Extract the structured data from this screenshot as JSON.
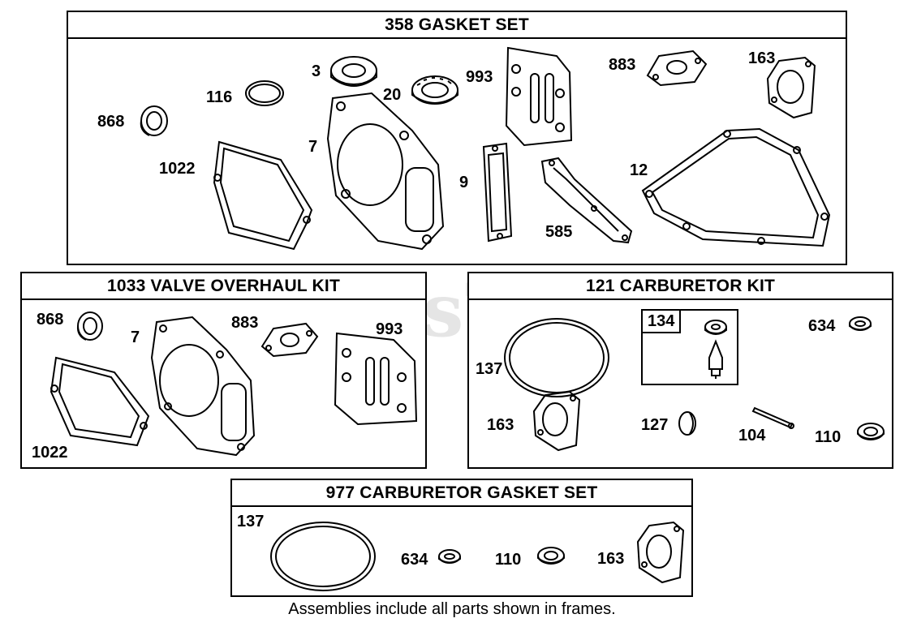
{
  "watermark": "PartsTree",
  "panels": {
    "gasket_set": {
      "title": "358 GASKET SET",
      "labels": {
        "p868": "868",
        "p116": "116",
        "p3": "3",
        "p20": "20",
        "p993": "993",
        "p883": "883",
        "p163": "163",
        "p1022": "1022",
        "p7": "7",
        "p9": "9",
        "p585": "585",
        "p12": "12"
      }
    },
    "valve_kit": {
      "title": "1033 VALVE OVERHAUL KIT",
      "labels": {
        "p868": "868",
        "p7": "7",
        "p883": "883",
        "p993": "993",
        "p1022": "1022"
      }
    },
    "carb_kit": {
      "title": "121 CARBURETOR KIT",
      "labels": {
        "p137": "137",
        "p134": "134",
        "p634": "634",
        "p163": "163",
        "p127": "127",
        "p104": "104",
        "p110": "110"
      }
    },
    "carb_gasket_set": {
      "title": "977 CARBURETOR  GASKET SET",
      "labels": {
        "p137": "137",
        "p634": "634",
        "p110": "110",
        "p163": "163"
      }
    }
  },
  "footnote": "Assemblies include all parts shown in frames."
}
